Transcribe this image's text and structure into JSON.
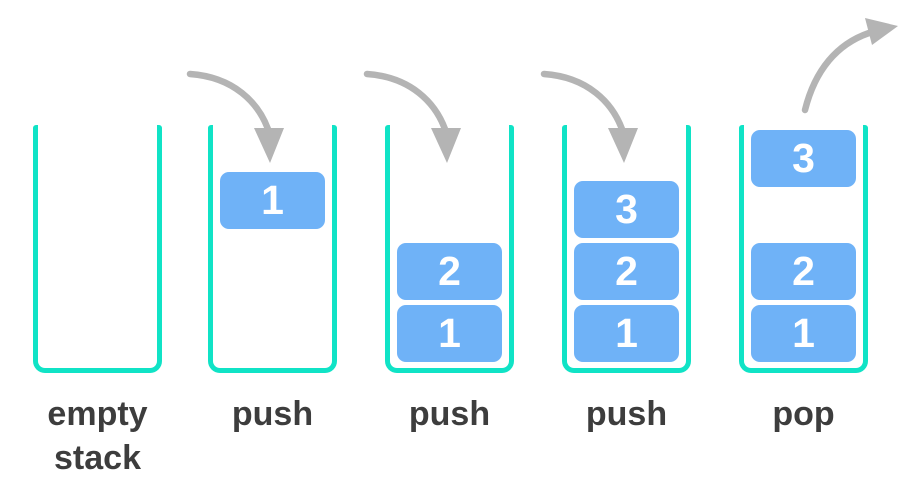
{
  "colors": {
    "container_stroke": "#10e3c6",
    "block_fill": "#6fb2f7",
    "block_text": "#ffffff",
    "arrow_color": "#b4b4b4",
    "label_text": "#3d3d3d"
  },
  "diagram": {
    "stages": [
      {
        "label": "empty\nstack",
        "arrow_icon": null,
        "blocks": []
      },
      {
        "label": "push",
        "arrow_icon": "push-arrow",
        "blocks": [
          "1"
        ]
      },
      {
        "label": "push",
        "arrow_icon": "push-arrow",
        "blocks": [
          "2",
          "1"
        ]
      },
      {
        "label": "push",
        "arrow_icon": "push-arrow",
        "blocks": [
          "3",
          "2",
          "1"
        ]
      },
      {
        "label": "pop",
        "arrow_icon": "pop-arrow",
        "blocks": [
          "3",
          "2",
          "1"
        ]
      }
    ]
  }
}
